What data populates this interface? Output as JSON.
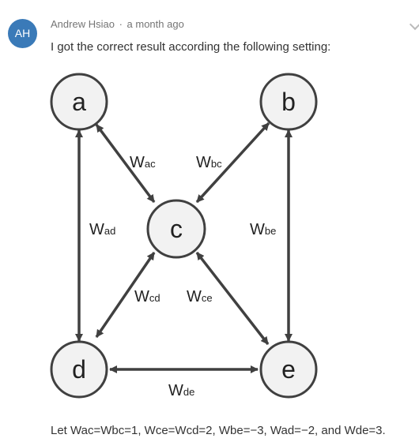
{
  "comment": {
    "avatar_initials": "AH",
    "author": "Andrew Hsiao",
    "separator": "·",
    "time": "a month ago",
    "text_intro": "I got the correct result according the following setting:",
    "text_result": "Let Wac=Wbc=1, Wce=Wcd=2, Wbe=−3, Wad=−2, and Wde=3."
  },
  "diagram": {
    "nodes": [
      {
        "id": "a",
        "label": "a"
      },
      {
        "id": "b",
        "label": "b"
      },
      {
        "id": "c",
        "label": "c"
      },
      {
        "id": "d",
        "label": "d"
      },
      {
        "id": "e",
        "label": "e"
      }
    ],
    "edges": [
      {
        "from": "a",
        "to": "c",
        "main": "W",
        "sub": "ac"
      },
      {
        "from": "b",
        "to": "c",
        "main": "W",
        "sub": "bc"
      },
      {
        "from": "a",
        "to": "d",
        "main": "W",
        "sub": "ad"
      },
      {
        "from": "b",
        "to": "e",
        "main": "W",
        "sub": "be"
      },
      {
        "from": "c",
        "to": "d",
        "main": "W",
        "sub": "cd"
      },
      {
        "from": "c",
        "to": "e",
        "main": "W",
        "sub": "ce"
      },
      {
        "from": "d",
        "to": "e",
        "main": "W",
        "sub": "de"
      }
    ]
  }
}
